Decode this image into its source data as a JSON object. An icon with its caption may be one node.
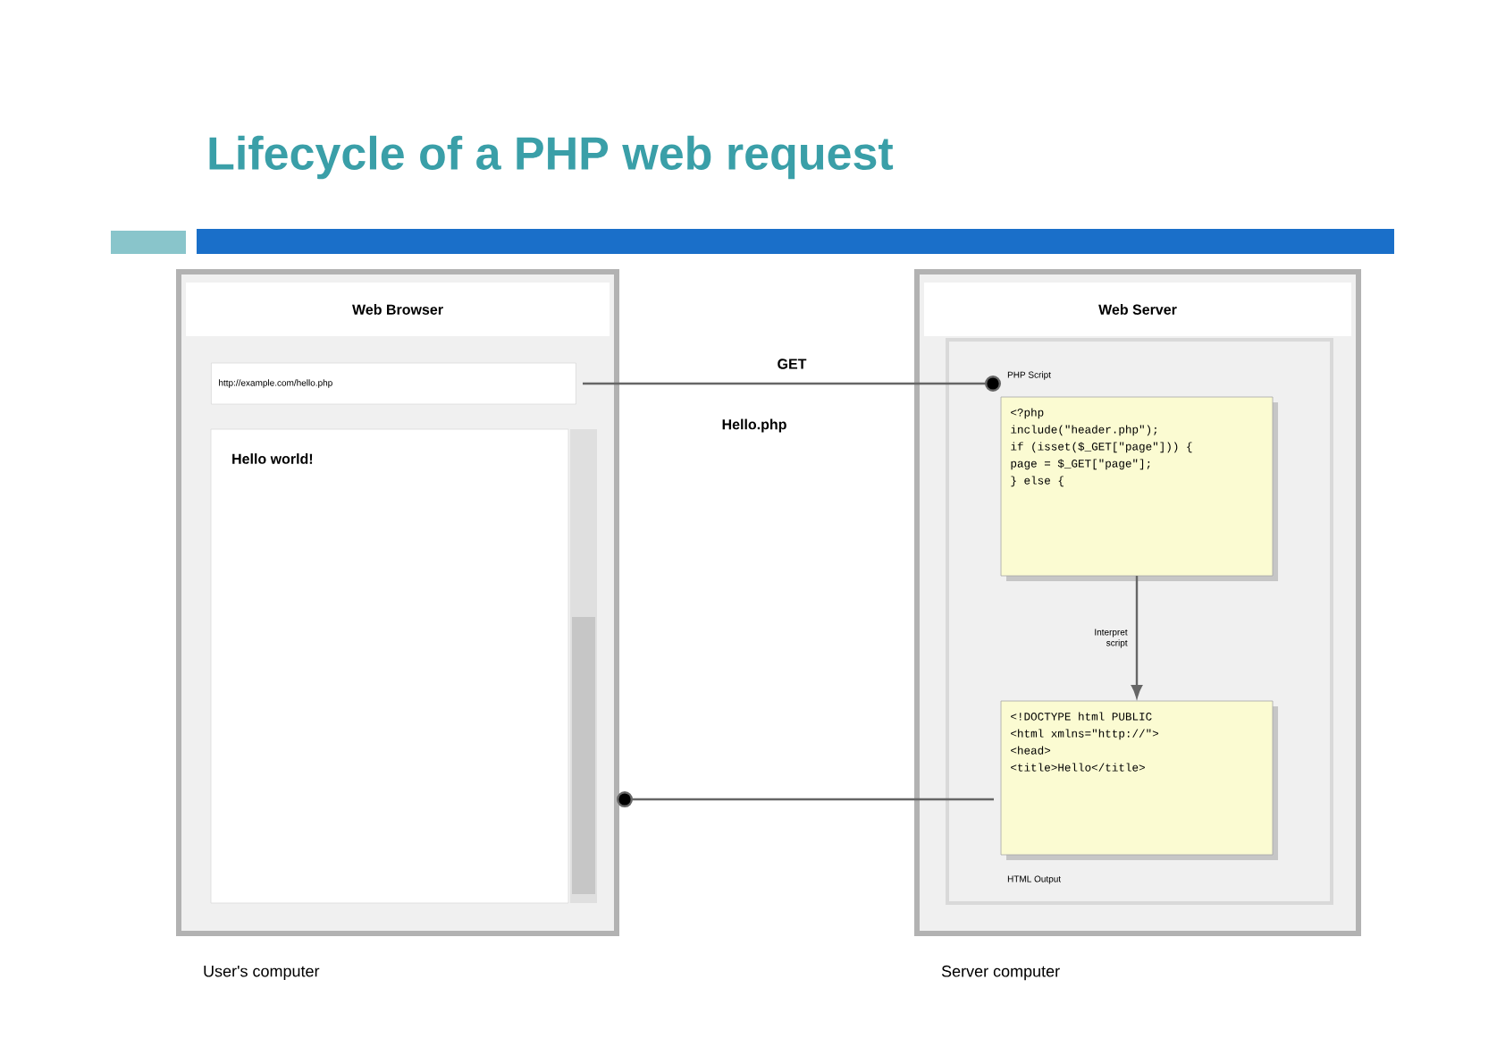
{
  "diagram": {
    "title": "Lifecycle of a PHP web request",
    "nodes": [
      {
        "text": [
          "Web Browser"
        ],
        "beside": [
          "User's computer"
        ]
      },
      {
        "text": [
          "http://example.com/hello.php"
        ],
        "in": 0
      },
      {
        "text": [
          "Hello world!"
        ],
        "in": 0
      },
      {
        "text": [
          "Web Server"
        ],
        "beside": [
          "Server computer"
        ]
      },
      {
        "text": [
          "PHP Script",
          "<?php",
          "include(\"header.php\");",
          "if (isset($_GET[\"page\"])) {",
          "page = $_GET[\"page\"];",
          "} else {"
        ],
        "in": 3
      },
      {
        "text": [
          "<!DOCTYPE html PUBLIC",
          "<html xmlns=\"http://\">",
          "<head>",
          "<title>Hello</title>",
          "HTML Output"
        ],
        "in": 3
      }
    ],
    "edges": [
      {
        "from": 1,
        "to": 4,
        "arrow": "other",
        "label": "GET"
      },
      {
        "from": 4,
        "to": 5,
        "arrow": "to",
        "label": "Interpret script"
      },
      {
        "from": 5,
        "to": 2,
        "arrow": "other"
      }
    ],
    "labels": [
      "Hello.php"
    ]
  }
}
